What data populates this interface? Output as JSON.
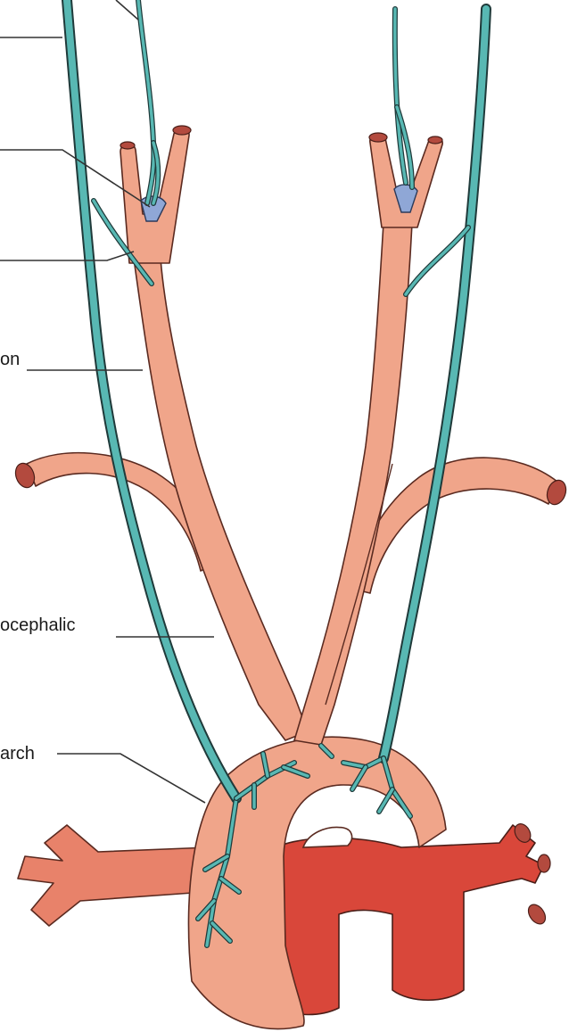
{
  "labels": {
    "hypocephalic": "ocephalic",
    "arch": "arch",
    "on": "on"
  },
  "colors": {
    "artery": "#f0a58a",
    "artery_dark": "#e8826a",
    "deep_vessel": "#d9473a",
    "nerve": "#58b8b3",
    "nerve_outline": "#1f3a3a",
    "sinus": "#8fa7d6",
    "leader": "#333333"
  }
}
